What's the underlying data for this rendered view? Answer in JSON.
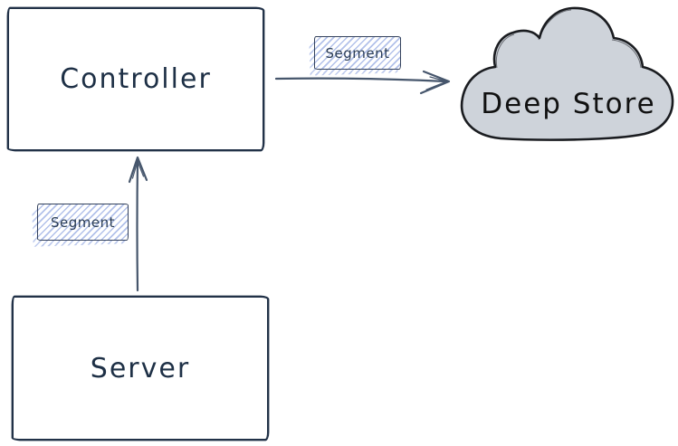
{
  "diagram": {
    "nodes": {
      "controller": {
        "label": "Controller",
        "shape": "rectangle"
      },
      "server": {
        "label": "Server",
        "shape": "rectangle"
      },
      "deep_store": {
        "label": "Deep Store",
        "shape": "cloud"
      }
    },
    "edges": {
      "controller_to_deep_store": {
        "label": "Segment",
        "from": "Controller",
        "to": "Deep Store",
        "direction": "right"
      },
      "server_to_controller": {
        "label": "Segment",
        "from": "Server",
        "to": "Controller",
        "direction": "up"
      }
    },
    "colors": {
      "background": "#ffffff",
      "node_stroke": "#223248",
      "node_fill": "#ffffff",
      "node_text": "#1e3046",
      "arrow_stroke": "#46566c",
      "segment_border": "#33415c",
      "segment_hatch": "#b2c1ea",
      "segment_text": "#2a3c55",
      "cloud_fill": "#ced3da",
      "cloud_stroke": "#1a1c20",
      "cloud_text": "#111111"
    }
  }
}
